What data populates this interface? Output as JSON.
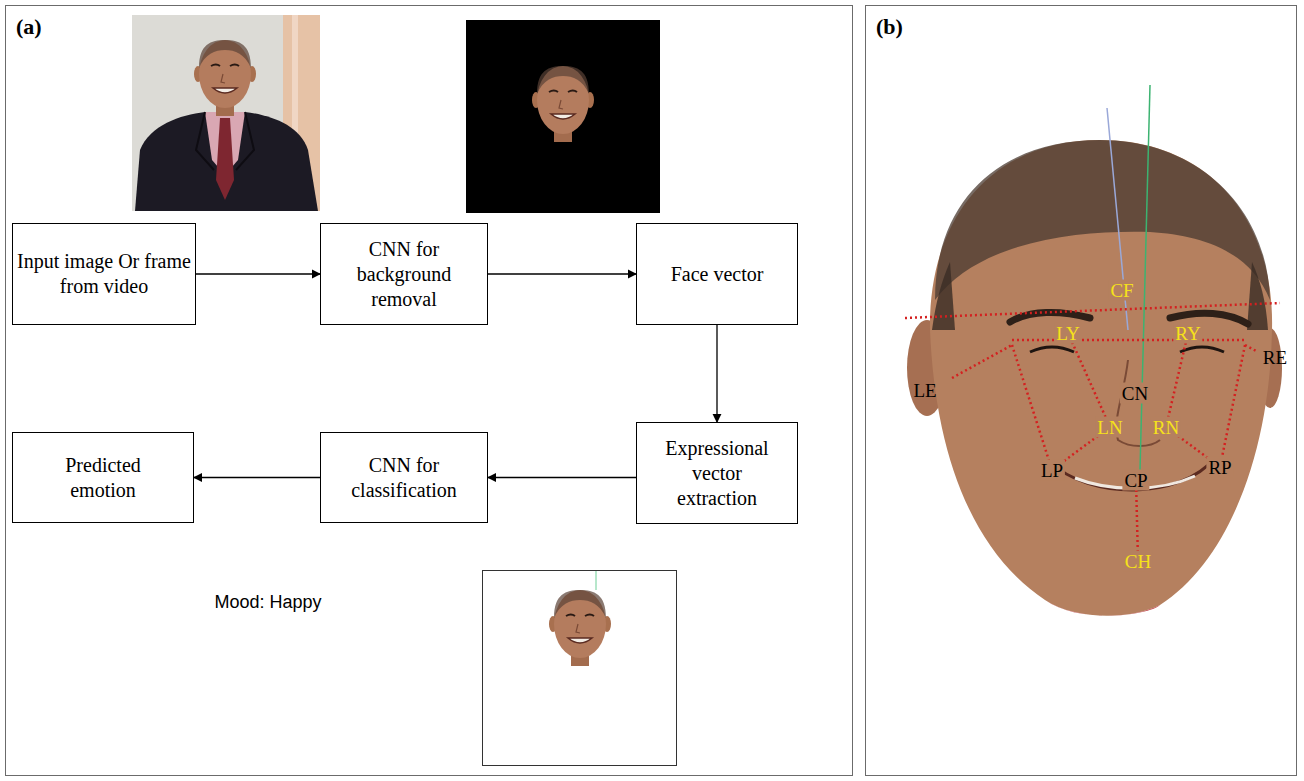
{
  "diagram": {
    "nodes": [
      {
        "text": [
          "(a)"
        ]
      },
      {
        "text": [
          "Input image Or frame from video"
        ],
        "in": 0
      },
      {
        "text": [
          "CNN for background removal"
        ],
        "in": 0
      },
      {
        "text": [
          "Face vector"
        ],
        "in": 0
      },
      {
        "text": [
          "Expressional vector extraction"
        ],
        "in": 0
      },
      {
        "text": [
          "CNN for classification"
        ],
        "in": 0
      },
      {
        "text": [
          "Predicted emotion"
        ],
        "in": 0
      },
      {
        "text": [
          "(b)"
        ]
      }
    ],
    "edges": [
      {
        "from": 1,
        "to": 2,
        "arrow": "to"
      },
      {
        "from": 2,
        "to": 3,
        "arrow": "to"
      },
      {
        "from": 3,
        "to": 4,
        "arrow": "to"
      },
      {
        "from": 4,
        "to": 5,
        "arrow": "to"
      },
      {
        "from": 5,
        "to": 6,
        "arrow": "to"
      }
    ],
    "labels": [
      "Mood: Happy",
      "CF",
      "LY",
      "RY",
      "LE",
      "RE",
      "CN",
      "LN",
      "RN",
      "LP",
      "RP",
      "CP",
      "CH"
    ]
  }
}
